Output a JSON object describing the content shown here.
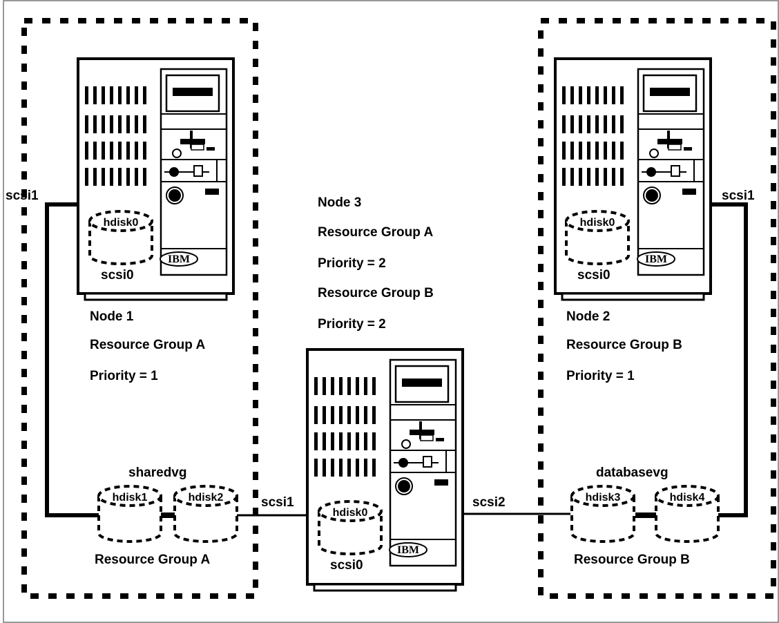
{
  "nodes": {
    "node1": {
      "name": "Node 1",
      "group": "Resource Group A",
      "priority": "Priority = 1",
      "scsi_external": "scsi1",
      "internal_disk": "hdisk0",
      "internal_scsi": "scsi0",
      "logo": "IBM"
    },
    "node2": {
      "name": "Node 2",
      "group": "Resource Group B",
      "priority": "Priority = 1",
      "scsi_external": "scsi1",
      "internal_disk": "hdisk0",
      "internal_scsi": "scsi0",
      "logo": "IBM"
    },
    "node3": {
      "name": "Node 3",
      "group_a": "Resource Group A",
      "priority_a": "Priority = 2",
      "group_b": "Resource Group B",
      "priority_b": "Priority = 2",
      "scsi_left": "scsi1",
      "scsi_right": "scsi2",
      "internal_disk": "hdisk0",
      "internal_scsi": "scsi0",
      "logo": "IBM"
    }
  },
  "volume_groups": {
    "left": {
      "name": "sharedvg",
      "disks": [
        "hdisk1",
        "hdisk2"
      ],
      "resource_group": "Resource Group A"
    },
    "right": {
      "name": "databasevg",
      "disks": [
        "hdisk3",
        "hdisk4"
      ],
      "resource_group": "Resource Group B"
    }
  }
}
